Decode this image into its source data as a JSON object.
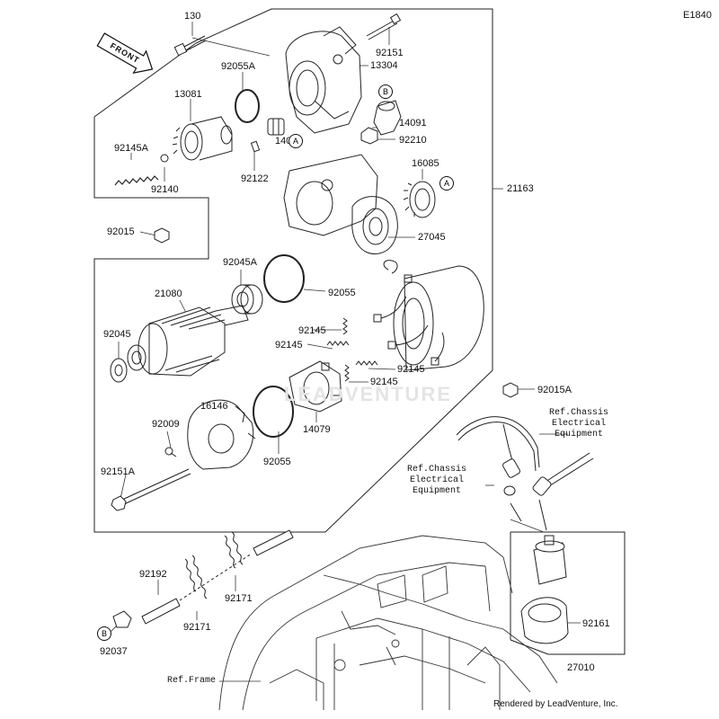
{
  "diagram_code": "E1840",
  "front_label": "FRONT",
  "watermark": "LEADVENTURE",
  "footer": "Rendered by LeadVenture, Inc.",
  "ref_chassis_1": [
    "Ref.Chassis",
    "Electrical",
    "Equipment"
  ],
  "ref_chassis_2": [
    "Ref.Chassis",
    "Electrical",
    "Equipment"
  ],
  "ref_frame": "Ref.Frame",
  "callout_a": "A",
  "callout_b": "B",
  "parts": {
    "p130": "130",
    "p92151": "92151",
    "p13304": "13304",
    "p92055a": "92055A",
    "p13081": "13081",
    "p14091": "14091",
    "p92210": "92210",
    "p14020": "14020",
    "p92145a": "92145A",
    "p92122": "92122",
    "p92140": "92140",
    "p16085": "16085",
    "p21163": "21163",
    "p92015": "92015",
    "p27045": "27045",
    "p92045a": "92045A",
    "p21080": "21080",
    "p92055_1": "92055",
    "p92045": "92045",
    "p92145_1": "92145",
    "p92145_2": "92145",
    "p92145_3": "92145",
    "p92145_4": "92145",
    "p16146": "16146",
    "p14079": "14079",
    "p92009": "92009",
    "p92055_2": "92055",
    "p92015a": "92015A",
    "p92151a": "92151A",
    "p92192": "92192",
    "p92171_1": "92171",
    "p92171_2": "92171",
    "p92161": "92161",
    "p92037": "92037",
    "p27010": "27010"
  }
}
